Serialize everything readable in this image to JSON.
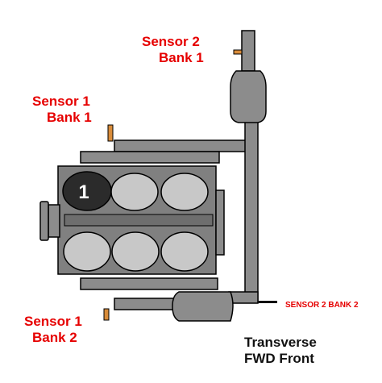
{
  "labels": {
    "sensor2_bank1_line1": "Sensor 2",
    "sensor2_bank1_line2": "Bank 1",
    "sensor1_bank1_line1": "Sensor 1",
    "sensor1_bank1_line2": "Bank 1",
    "sensor1_bank2_line1": "Sensor 1",
    "sensor1_bank2_line2": "Bank 2",
    "sensor2_bank2": "SENSOR 2 BANK 2",
    "caption_line1": "Transverse",
    "caption_line2": "FWD Front"
  },
  "cylinder_number": "1",
  "colors": {
    "pipe": "#8c8c8c",
    "block": "#808080",
    "cylinder": "#c8c8c8",
    "cylinder_one": "#2b2b2b",
    "sensor_tip": "#d98c3a",
    "label_red": "#e60000",
    "label_black": "#111111"
  }
}
